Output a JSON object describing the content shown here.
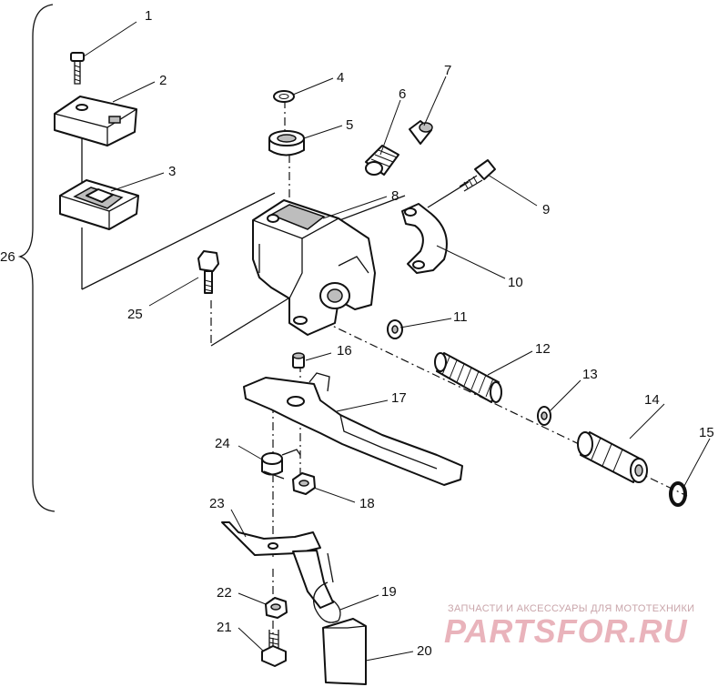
{
  "callouts": [
    {
      "id": "1",
      "text": "1"
    },
    {
      "id": "2",
      "text": "2"
    },
    {
      "id": "3",
      "text": "3"
    },
    {
      "id": "4",
      "text": "4"
    },
    {
      "id": "5",
      "text": "5"
    },
    {
      "id": "6",
      "text": "6"
    },
    {
      "id": "7",
      "text": "7"
    },
    {
      "id": "8",
      "text": "8"
    },
    {
      "id": "9",
      "text": "9"
    },
    {
      "id": "10",
      "text": "10"
    },
    {
      "id": "11",
      "text": "11"
    },
    {
      "id": "12",
      "text": "12"
    },
    {
      "id": "13",
      "text": "13"
    },
    {
      "id": "14",
      "text": "14"
    },
    {
      "id": "15",
      "text": "15"
    },
    {
      "id": "16",
      "text": "16"
    },
    {
      "id": "17",
      "text": "17"
    },
    {
      "id": "18",
      "text": "18"
    },
    {
      "id": "19",
      "text": "19"
    },
    {
      "id": "20",
      "text": "20"
    },
    {
      "id": "21",
      "text": "21"
    },
    {
      "id": "22",
      "text": "22"
    },
    {
      "id": "23",
      "text": "23"
    },
    {
      "id": "24",
      "text": "24"
    },
    {
      "id": "25",
      "text": "25"
    },
    {
      "id": "26",
      "text": "26"
    }
  ],
  "watermark": {
    "tagline": "ЗАПЧАСТИ И АКСЕССУАРЫ ДЛЯ МОТОТЕХНИКИ",
    "brand": "PARTSFOR.RU",
    "color": "#e9b3bb"
  }
}
